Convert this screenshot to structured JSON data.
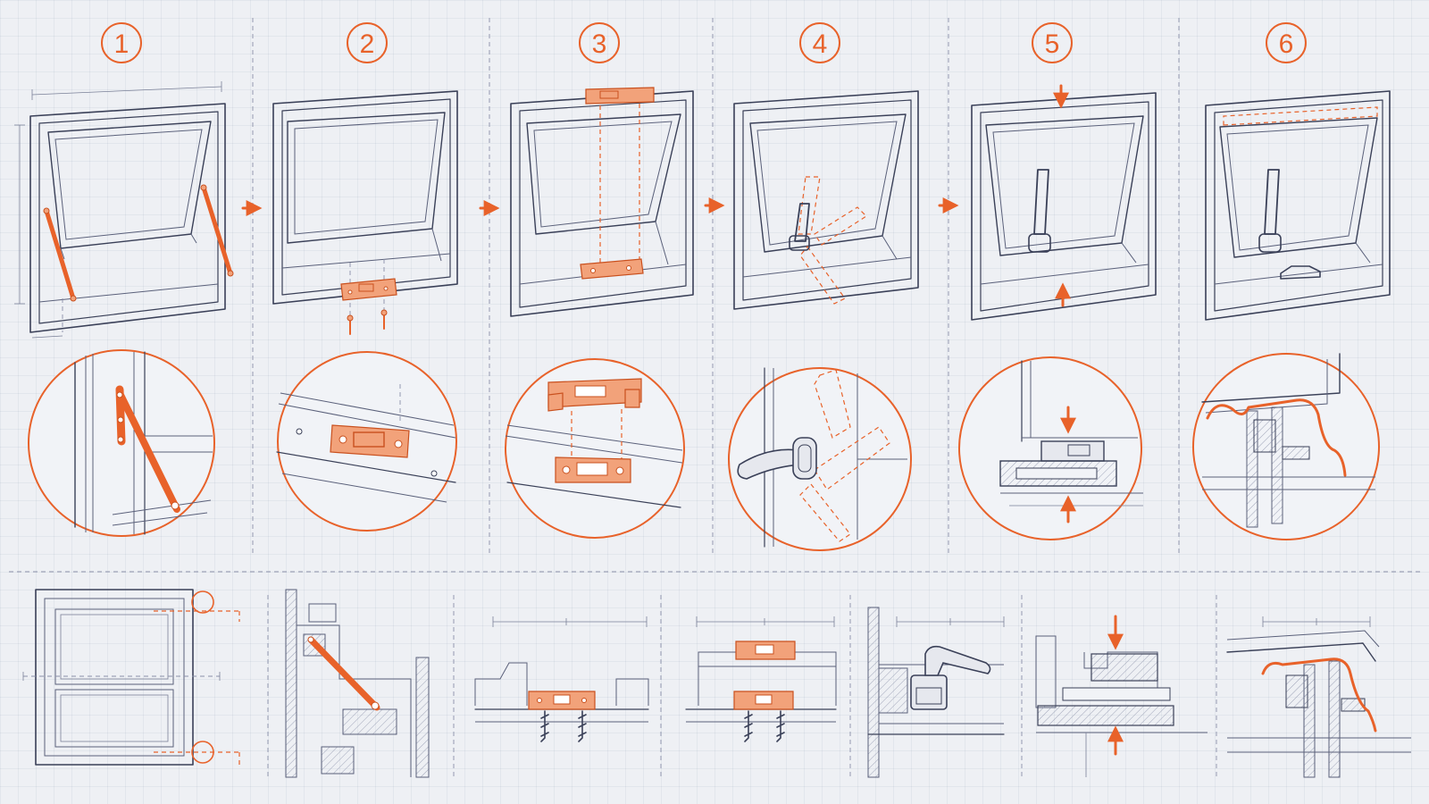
{
  "steps": [
    {
      "number": "1"
    },
    {
      "number": "2"
    },
    {
      "number": "3"
    },
    {
      "number": "4"
    },
    {
      "number": "5"
    },
    {
      "number": "6"
    }
  ],
  "colors": {
    "accent": "#e8622a",
    "ink": "#3a4058",
    "background": "#eef0f4",
    "part_fill": "#f2a27a"
  },
  "icons": {
    "step_arrow": "arrow-right-icon",
    "press_arrow": "arrow-down-icon"
  }
}
